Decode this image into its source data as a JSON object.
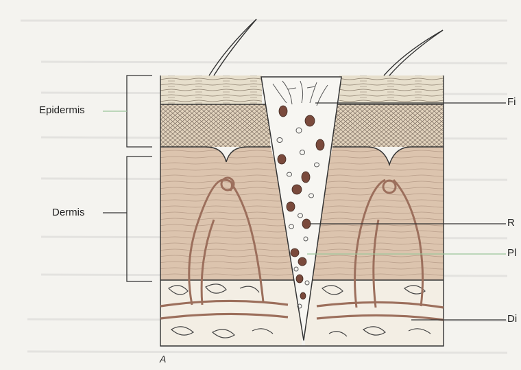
{
  "labels": {
    "epidermis": "Epidermis",
    "dermis": "Dermis",
    "right": [
      "Fi",
      "R",
      "Pl",
      "Di"
    ],
    "panel": "A"
  },
  "colors": {
    "background": "#f4f3ef",
    "epidermis_top": "#e6dcc8",
    "epidermis_cells": "#d9c8b0",
    "dermis": "#dbc3ad",
    "subcutis": "#f3eee4",
    "vessel": "#9c6f5c",
    "cone": "#f7f6f2",
    "rbc": "#7a4a3c",
    "line": "#333333",
    "leader_green": "#9bc59a"
  }
}
